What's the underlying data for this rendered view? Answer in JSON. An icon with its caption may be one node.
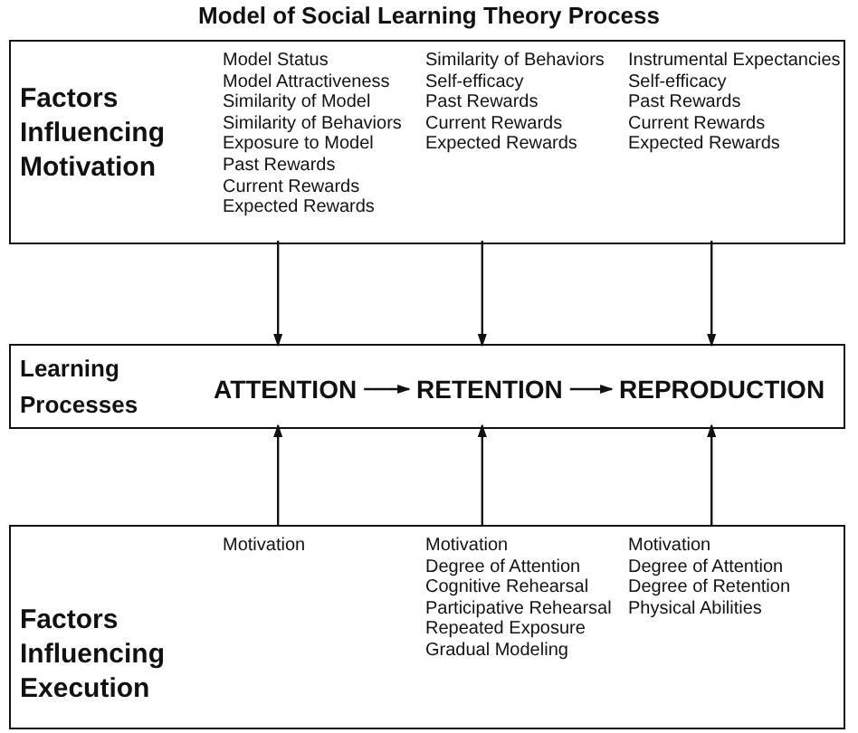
{
  "diagram": {
    "title": "Model of Social Learning Theory Process",
    "nodes": [
      {
        "text": [
          "Factors Influencing Motivation"
        ]
      },
      {
        "text": [
          "Model Status",
          "Model Attractiveness",
          "Similarity of Model",
          "Similarity of Behaviors",
          "Exposure to Model",
          "Past Rewards",
          "Current Rewards",
          "Expected Rewards"
        ],
        "in": 0
      },
      {
        "text": [
          "Similarity of Behaviors",
          "Self-efficacy",
          "Past Rewards",
          "Current Rewards",
          "Expected Rewards"
        ],
        "in": 0
      },
      {
        "text": [
          "Instrumental Expectancies",
          "Self-efficacy",
          "Past Rewards",
          "Current Rewards",
          "Expected Rewards"
        ],
        "in": 0
      },
      {
        "text": [
          "Learning Processes"
        ]
      },
      {
        "text": [
          "ATTENTION"
        ],
        "in": 4
      },
      {
        "text": [
          "RETENTION"
        ],
        "in": 4
      },
      {
        "text": [
          "REPRODUCTION"
        ],
        "in": 4
      },
      {
        "text": [
          "Factors Influencing Execution"
        ]
      },
      {
        "text": [
          "Motivation"
        ],
        "in": 8
      },
      {
        "text": [
          "Motivation",
          "Degree of Attention",
          "Cognitive Rehearsal",
          "Participative Rehearsal",
          "Repeated Exposure",
          "Gradual Modeling"
        ],
        "in": 8
      },
      {
        "text": [
          "Motivation",
          "Degree of Attention",
          "Degree of Retention",
          "Physical Abilities"
        ],
        "in": 8
      }
    ],
    "edges": [
      {
        "from": 1,
        "to": 5,
        "arrow": "to"
      },
      {
        "from": 2,
        "to": 6,
        "arrow": "to"
      },
      {
        "from": 3,
        "to": 7,
        "arrow": "to"
      },
      {
        "from": 5,
        "to": 6,
        "arrow": "to"
      },
      {
        "from": 6,
        "to": 7,
        "arrow": "to"
      },
      {
        "from": 9,
        "to": 5,
        "arrow": "to"
      },
      {
        "from": 10,
        "to": 6,
        "arrow": "to"
      },
      {
        "from": 11,
        "to": 7,
        "arrow": "to"
      }
    ]
  }
}
